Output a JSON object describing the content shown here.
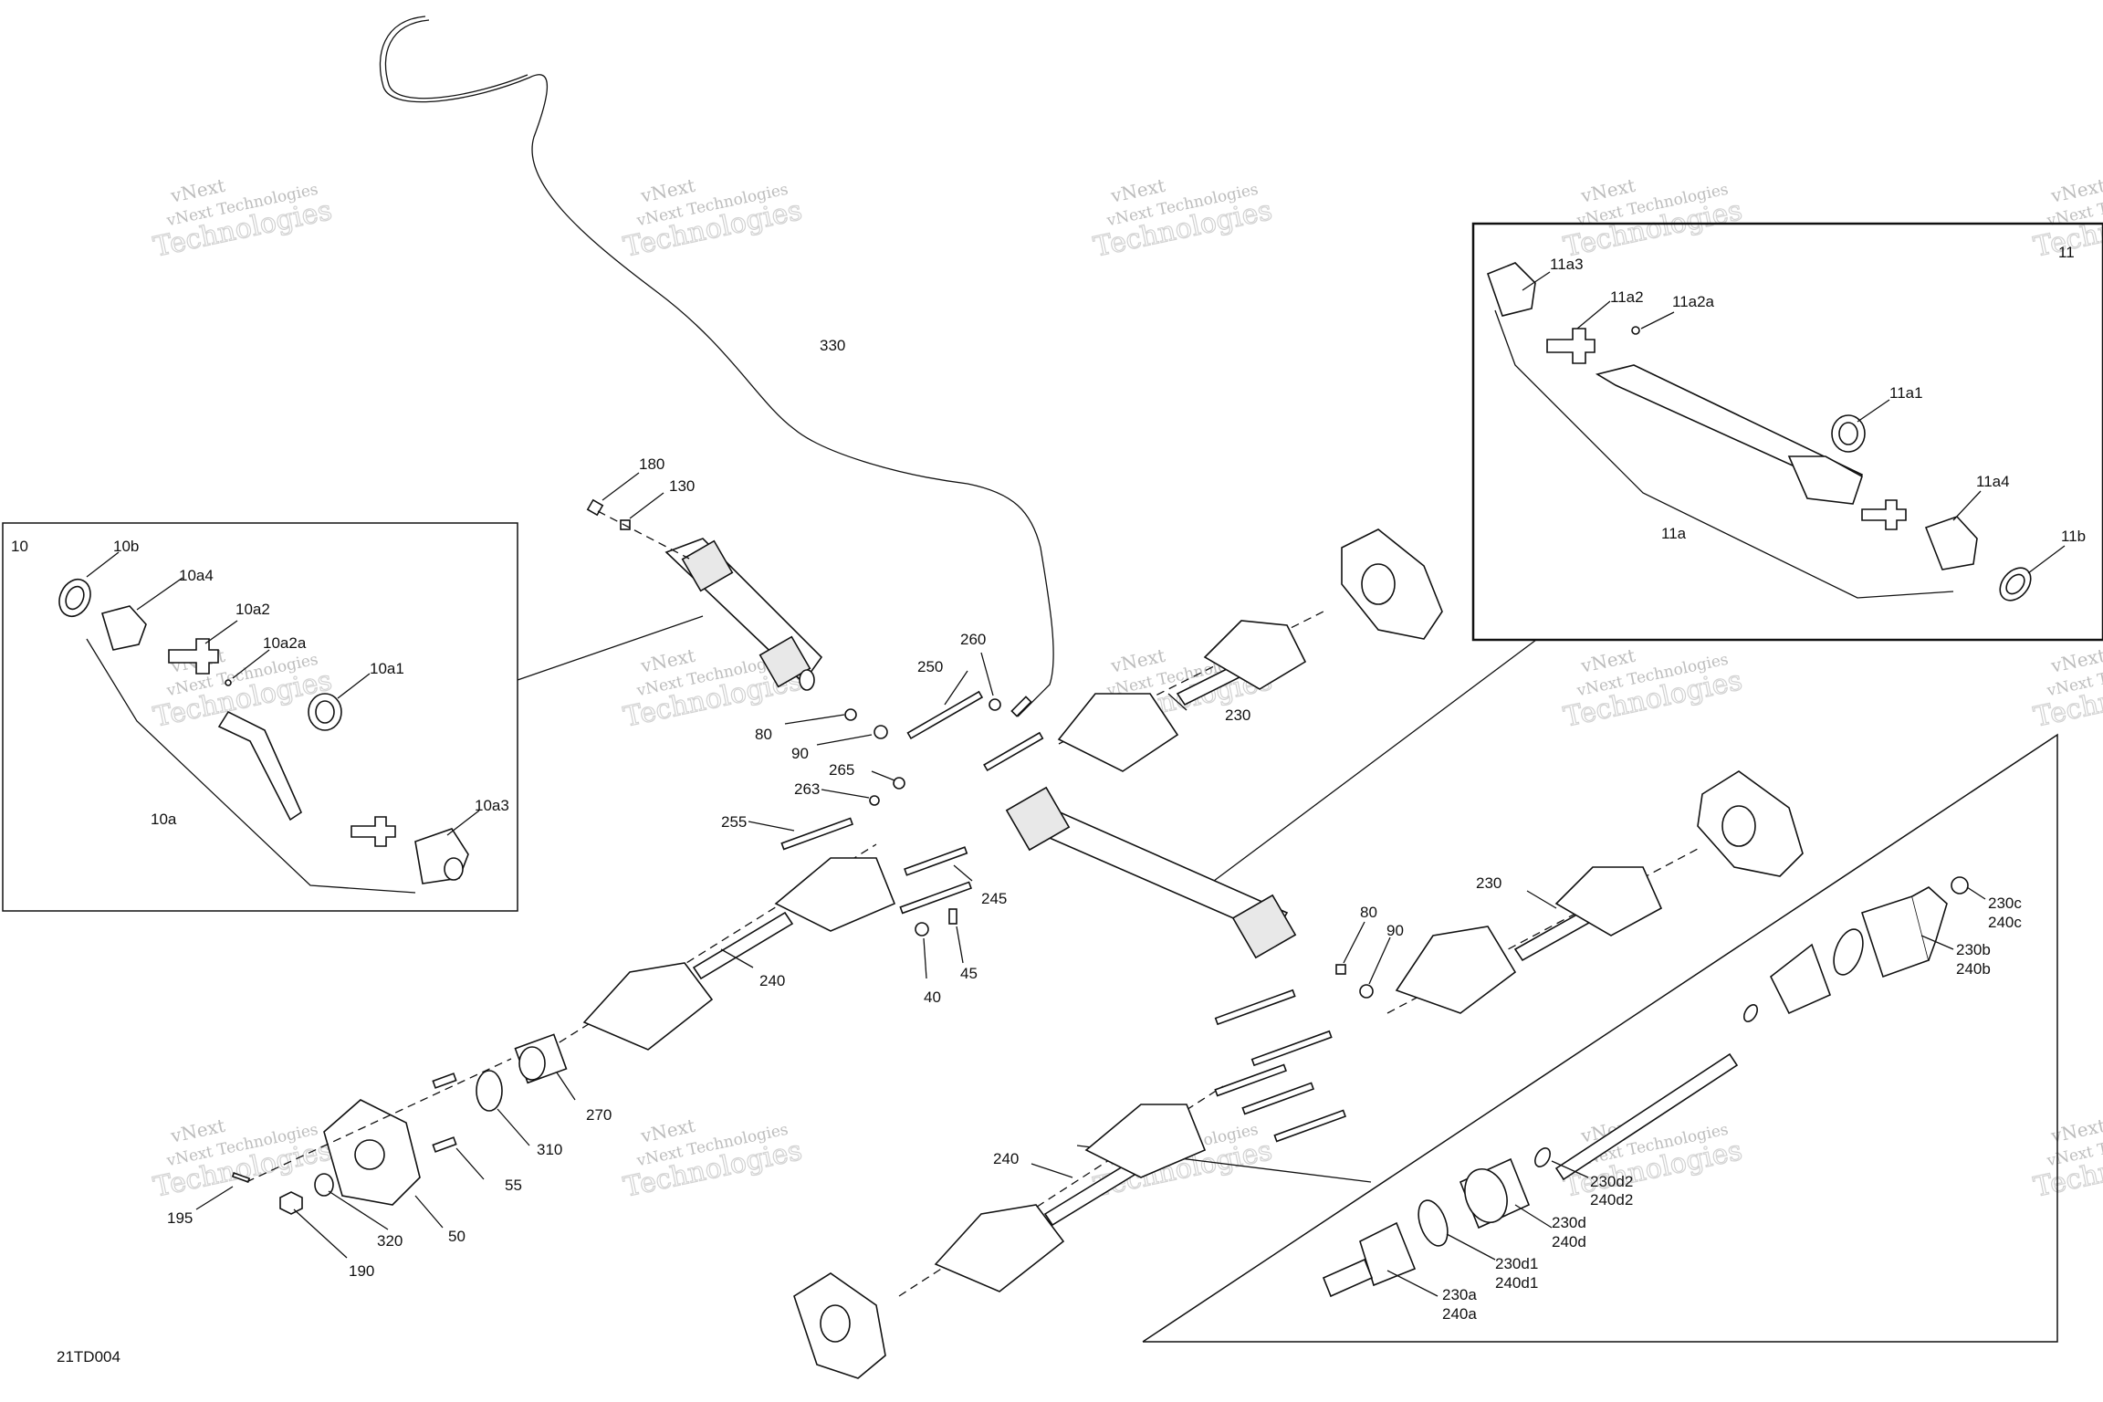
{
  "diagram_code": "21TD004",
  "watermark": {
    "line1": "vNext Technologies",
    "line2": "Technologies",
    "mark": "vNext"
  },
  "labels": {
    "l330": "330",
    "l180": "180",
    "l130": "130",
    "l260": "260",
    "l250": "250",
    "l80a": "80",
    "l90a": "90",
    "l265": "265",
    "l263": "263",
    "l255": "255",
    "l245": "245",
    "l45": "45",
    "l40": "40",
    "l240a": "240",
    "l270": "270",
    "l310": "310",
    "l55": "55",
    "l50": "50",
    "l320": "320",
    "l190": "190",
    "l195": "195",
    "l230a": "230",
    "l230b": "230",
    "l80b": "80",
    "l90b": "90",
    "l240b": "240",
    "l10": "10",
    "l10b": "10b",
    "l10a4": "10a4",
    "l10a2": "10a2",
    "l10a2a": "10a2a",
    "l10a1": "10a1",
    "l10a": "10a",
    "l10a3": "10a3",
    "l11": "11",
    "l11a3": "11a3",
    "l11a2": "11a2",
    "l11a2a": "11a2a",
    "l11a1": "11a1",
    "l11a4": "11a4",
    "l11a": "11a",
    "l11b": "11b",
    "l230c": "230c",
    "l240c": "240c",
    "l230b2": "230b",
    "l240b2": "240b",
    "l230d2": "230d2",
    "l240d2": "240d2",
    "l230d": "230d",
    "l240d": "240d",
    "l230d1": "230d1",
    "l240d1": "240d1",
    "l230a2": "230a",
    "l240a2": "240a"
  }
}
